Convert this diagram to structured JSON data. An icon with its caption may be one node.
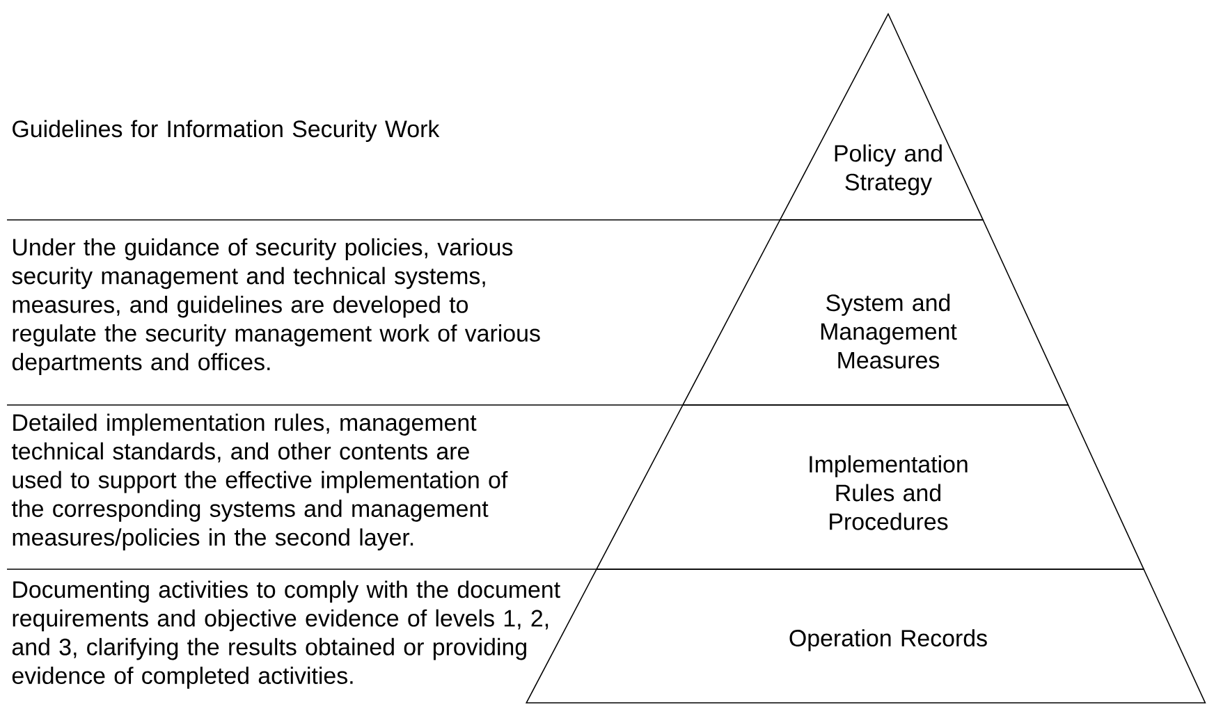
{
  "diagram": {
    "nodes": [
      {
        "text": [
          "Policy and Strategy"
        ]
      },
      {
        "text": [
          "System and Management Measures"
        ]
      },
      {
        "text": [
          "Implementation Rules and Procedures"
        ]
      },
      {
        "text": [
          "Operation Records"
        ]
      }
    ],
    "labels": [
      "Guidelines for Information Security Work",
      "Under the guidance of security policies, various security management and technical systems, measures, and guidelines are developed to regulate the security management work of various departments and offices.",
      "Detailed implementation rules, management technical standards, and other contents are used to support the effective implementation of the corresponding systems and management measures/policies in the second layer.",
      "Documenting activities to comply with the document requirements and objective evidence of levels 1, 2, and 3, clarifying the results obtained or providing evidence of completed activities."
    ]
  }
}
